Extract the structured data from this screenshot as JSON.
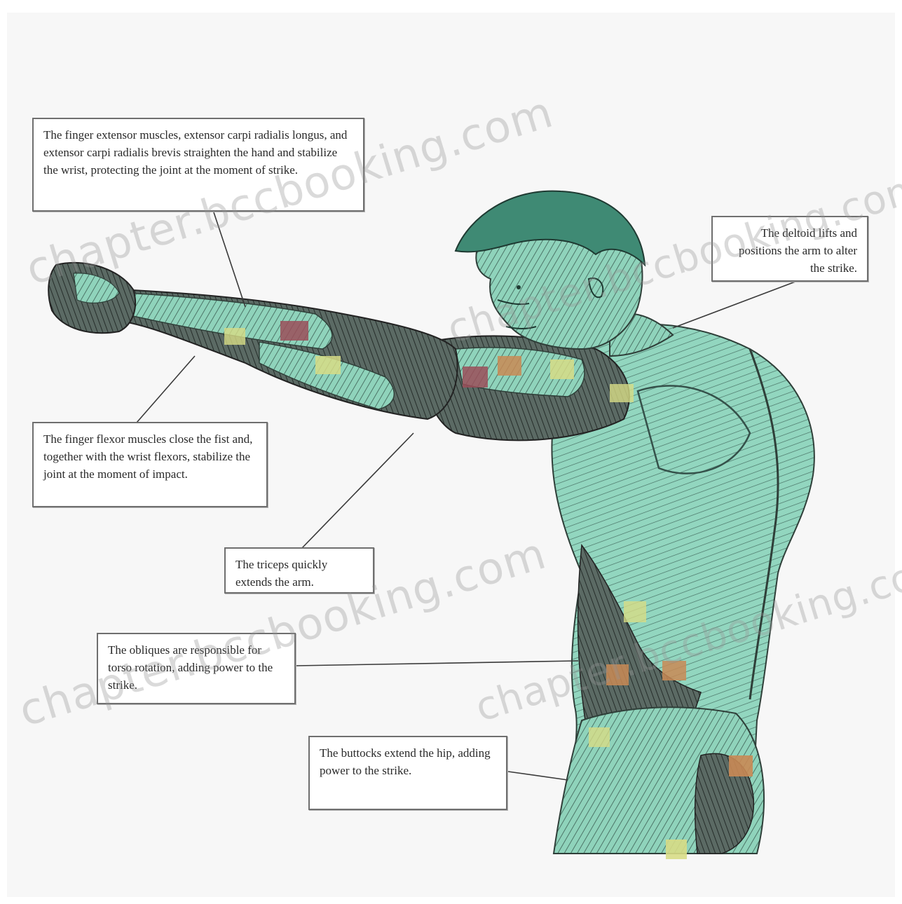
{
  "callouts": {
    "finger_extensors": "The finger extensor muscles, extensor carpi radialis longus, and extensor carpi radialis brevis straighten the hand and stabilize the wrist, protecting the joint at the moment of strike.",
    "deltoid": "The deltoid lifts and positions the arm to alter the strike.",
    "finger_flexors": "The finger flexor muscles close the fist and, together with the wrist flexors, stabilize the joint at the moment of impact.",
    "triceps": "The triceps quickly extends the arm.",
    "obliques": "The obliques are responsible for torso rotation, adding power to the strike.",
    "buttocks": "The buttocks extend the hip, adding power to the strike."
  },
  "watermark": "chapter.bccbooking.com",
  "colors": {
    "muscle_teal": "#8fd3bb",
    "muscle_shadow": "#3c4a44",
    "accent_red": "#9b4d59",
    "accent_yellow": "#d7dc86",
    "accent_orange": "#c98a55"
  }
}
